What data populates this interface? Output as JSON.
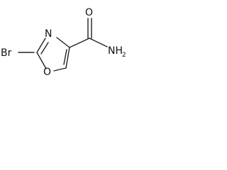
{
  "molecule": {
    "atoms": {
      "bromine": "Br",
      "ring_nitrogen": "N",
      "ring_oxygen": "O",
      "carbonyl_oxygen": "O",
      "amide_nitrogen": "NH",
      "amide_h_subscript": "2"
    }
  }
}
